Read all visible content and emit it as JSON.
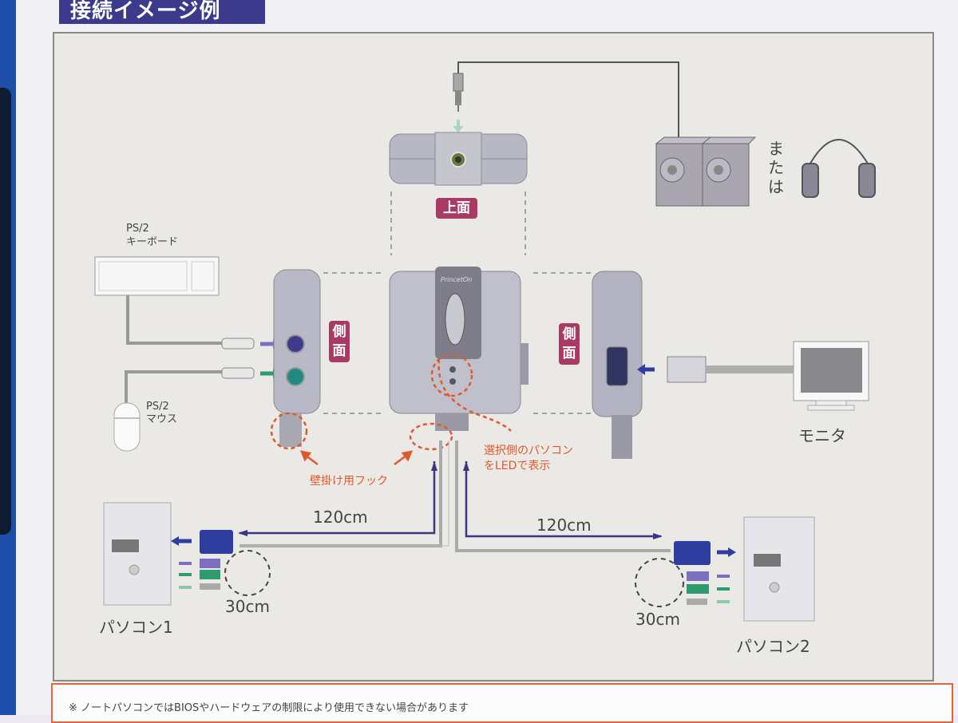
{
  "header": {
    "title": "接続イメージ例"
  },
  "labels": {
    "keyboard_type": "PS/2",
    "keyboard": "キーボード",
    "mouse_type": "PS/2",
    "mouse": "マウス",
    "top_face": "上面",
    "side_left": "側面",
    "side_right": "側面",
    "or": "または",
    "monitor": "モニタ",
    "pc1": "パソコン1",
    "pc2": "パソコン2",
    "cable_long_left": "120cm",
    "cable_long_right": "120cm",
    "cable_short_left": "30cm",
    "cable_short_right": "30cm",
    "wall_hook": "壁掛け用フック",
    "led_note_line1": "選択側のパソコン",
    "led_note_line2": "をLEDで表示",
    "brand": "PrincetOn"
  },
  "footer": {
    "note": "※ ノートパソコンではBIOSやハードウェアの制限により使用できない場合があります"
  },
  "colors": {
    "title_bg": "#3b3a8c",
    "badge": "#a83a64",
    "accent_orange": "#e0592b",
    "vga_blue": "#2f3d9e",
    "ps2_purple": "#7c6fc0",
    "ps2_green": "#2e9a6e",
    "audio_green": "#8fc8a8"
  }
}
